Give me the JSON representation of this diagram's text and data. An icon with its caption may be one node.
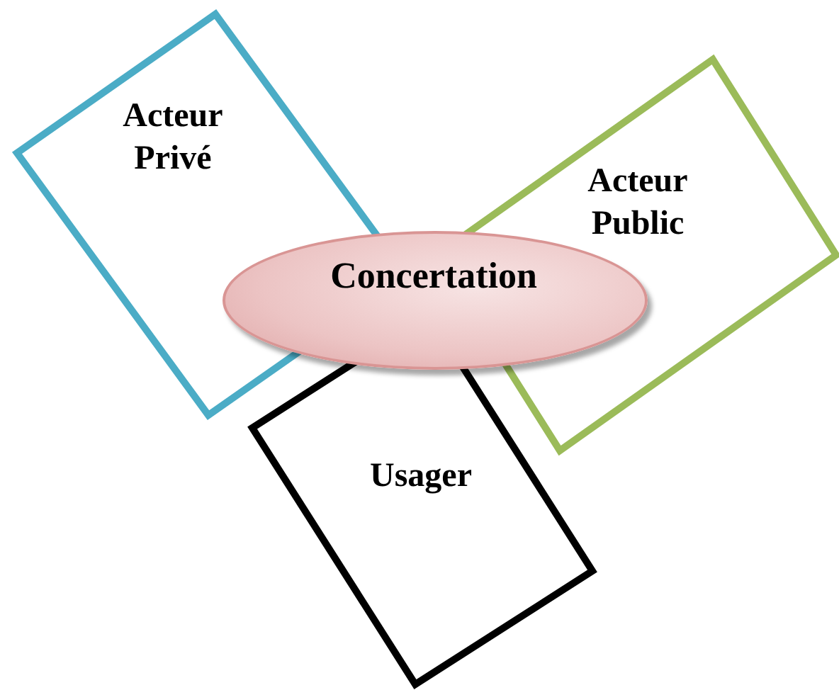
{
  "diagram": {
    "nodes": [
      {
        "text": [
          "Acteur Privé"
        ]
      },
      {
        "text": [
          "Acteur Public"
        ]
      },
      {
        "text": [
          "Usager"
        ]
      },
      {
        "text": [
          "Concertation"
        ]
      }
    ],
    "edges": []
  }
}
